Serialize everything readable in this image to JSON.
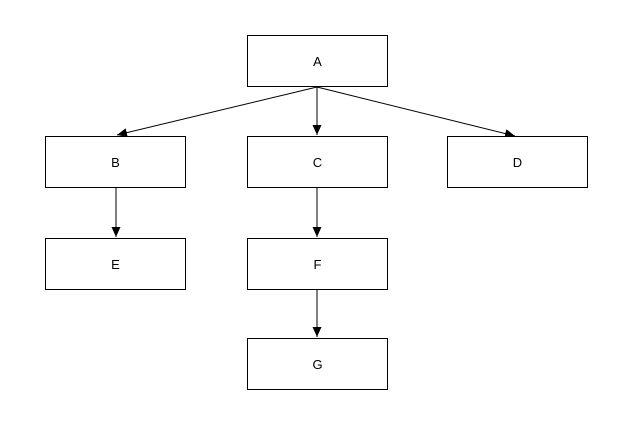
{
  "diagram": {
    "type": "flowchart-tree",
    "nodes": [
      {
        "id": "A",
        "label": "A"
      },
      {
        "id": "B",
        "label": "B"
      },
      {
        "id": "C",
        "label": "C"
      },
      {
        "id": "D",
        "label": "D"
      },
      {
        "id": "E",
        "label": "E"
      },
      {
        "id": "F",
        "label": "F"
      },
      {
        "id": "G",
        "label": "G"
      }
    ],
    "edges": [
      {
        "from": "A",
        "to": "B"
      },
      {
        "from": "A",
        "to": "C"
      },
      {
        "from": "A",
        "to": "D"
      },
      {
        "from": "B",
        "to": "E"
      },
      {
        "from": "C",
        "to": "F"
      },
      {
        "from": "F",
        "to": "G"
      }
    ],
    "colors": {
      "background": "#ffffff",
      "node_fill": "#ffffff",
      "node_border": "#000000",
      "arrow": "#000000",
      "text": "#000000"
    }
  }
}
